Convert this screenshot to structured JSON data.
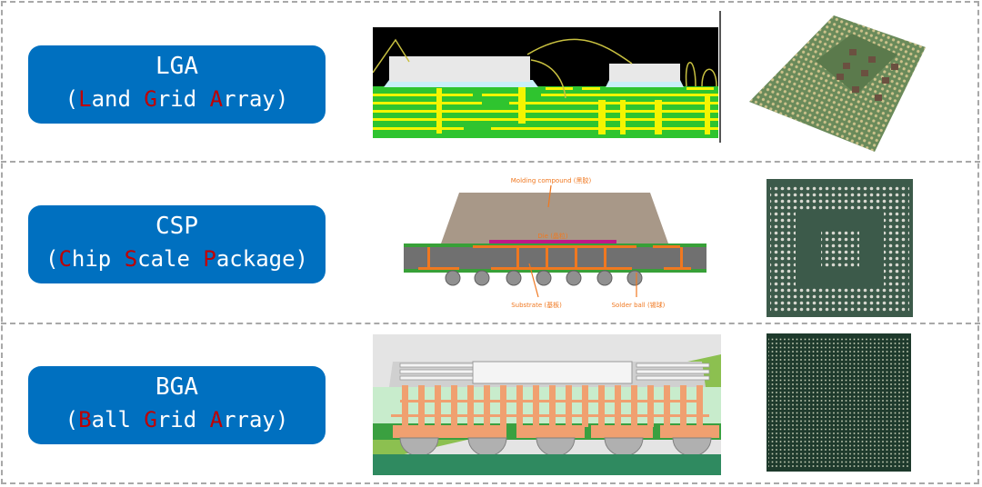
{
  "packages": [
    {
      "abbr": "LGA",
      "full": {
        "open": "(",
        "w1_first": "L",
        "w1_rest": "and ",
        "w2_first": "G",
        "w2_rest": "rid ",
        "w3_first": "A",
        "w3_rest": "rray",
        "close": ")"
      },
      "diagram": "lga-cross-section",
      "photo": "lga-pin-chip-photo"
    },
    {
      "abbr": "CSP",
      "full": {
        "open": "(",
        "w1_first": "C",
        "w1_rest": "hip ",
        "w2_first": "S",
        "w2_rest": "cale ",
        "w3_first": "P",
        "w3_rest": "ackage",
        "close": ")"
      },
      "diagram": "csp-cross-section",
      "diagram_labels": {
        "molding": "Molding compound (黑胶)",
        "die": "Die (晶粒)",
        "substrate": "Substrate (基板)",
        "solder": "Solder ball (锡球)"
      },
      "photo": "csp-ball-array-photo"
    },
    {
      "abbr": "BGA",
      "full": {
        "open": "(",
        "w1_first": "B",
        "w1_rest": "all ",
        "w2_first": "G",
        "w2_rest": "rid ",
        "w3_first": "A",
        "w3_rest": "rray",
        "close": ")"
      },
      "diagram": "bga-cross-section",
      "photo": "bga-ball-grid-photo"
    }
  ],
  "colors": {
    "label_bg": "#0070c0",
    "highlight": "#c00000",
    "divider": "#a8a8a8",
    "pcb_green": "#2fc42f",
    "trace_yellow": "#f5f500",
    "copper": "#f0a070",
    "annotation": "#f07820"
  }
}
